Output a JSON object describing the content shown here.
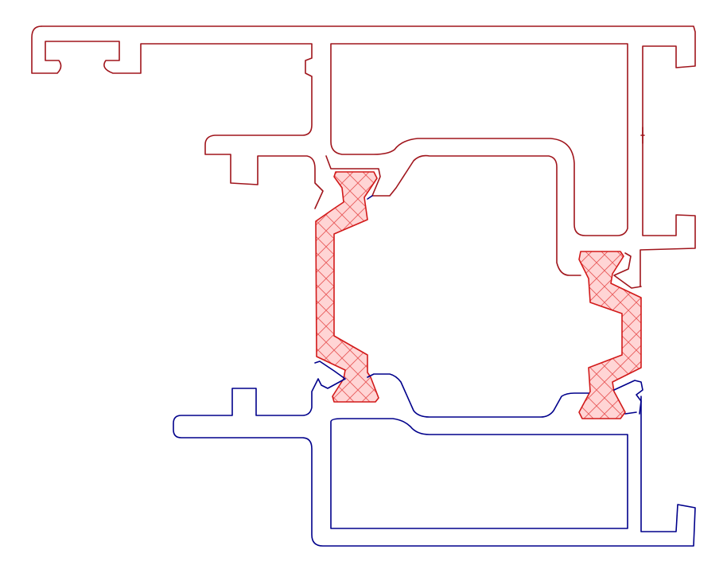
{
  "drawing": {
    "colors": {
      "background": "#ffffff",
      "upper_profile": "#a0151c",
      "lower_profile": "#00008b",
      "thermal_break_fill": "#ffd5d5",
      "thermal_break_hatch": "#e85a5a",
      "thermal_break_outline": "#d21a1a"
    },
    "parts": [
      "upper-aluminium-profile",
      "lower-aluminium-profile",
      "thermal-break-left",
      "thermal-break-right"
    ]
  }
}
